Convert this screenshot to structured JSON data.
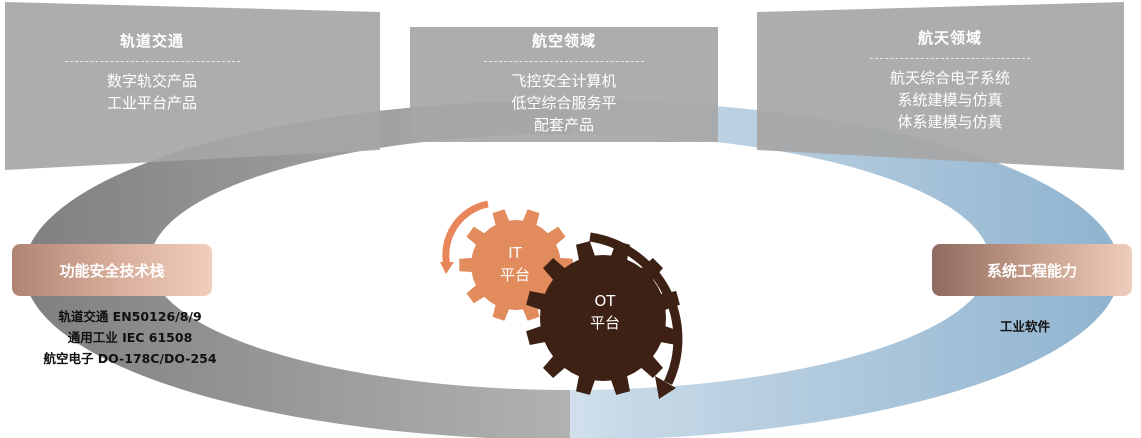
{
  "panels": {
    "rail": {
      "title": "轨道交通",
      "items": [
        "数字轨交产品",
        "工业平台产品"
      ]
    },
    "aviation": {
      "title": "航空领域",
      "items": [
        "飞控安全计算机",
        "低空综合服务平",
        "配套产品"
      ]
    },
    "aerospace": {
      "title": "航天领域",
      "items": [
        "航天综合电子系统",
        "系统建模与仿真",
        "体系建模与仿真"
      ]
    }
  },
  "left": {
    "label": "功能安全技术栈",
    "standards": [
      "轨道交通 EN50126/8/9",
      "通用工业 IEC 61508",
      "航空电子 DO-178C/DO-254"
    ]
  },
  "right": {
    "label": "系统工程能力",
    "item": "工业软件"
  },
  "gears": {
    "it": {
      "line1": "IT",
      "line2": "平台"
    },
    "ot": {
      "line1": "OT",
      "line2": "平台"
    }
  },
  "colors": {
    "panel_gray": "#a6a6a6",
    "left_ring": "#8c8c8c",
    "right_ring": "#8fb3cf",
    "it_gear": "#e28b5d",
    "ot_gear": "#3d2114",
    "pill_left": "#d3a996",
    "pill_right": "#c59d8b"
  }
}
